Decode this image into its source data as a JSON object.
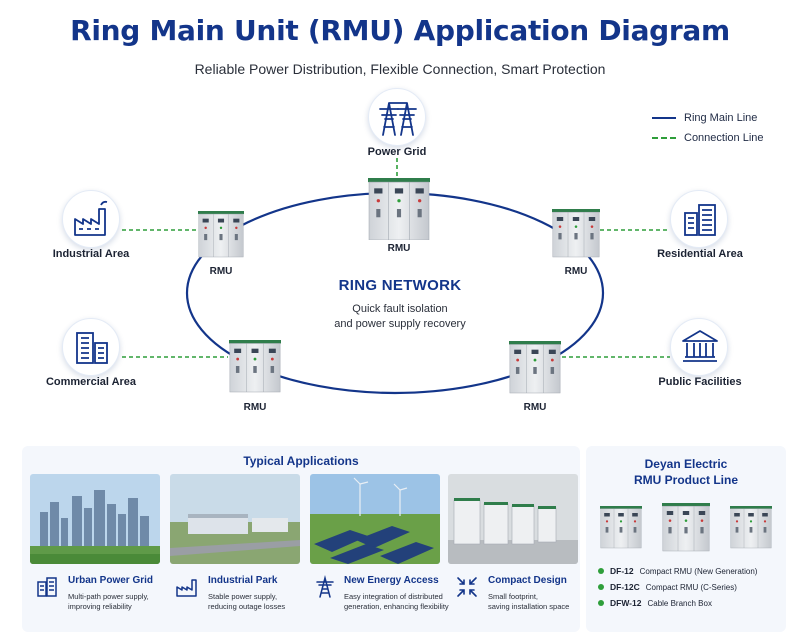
{
  "title": "Ring Main Unit (RMU) Application Diagram",
  "subtitle": "Reliable Power Distribution, Flexible Connection, Smart Protection",
  "legend": {
    "ring_line": "Ring Main Line",
    "connection_line": "Connection Line"
  },
  "colors": {
    "brand": "#13358a",
    "connection": "#2e9e3a"
  },
  "nodes": {
    "power_grid": "Power Grid",
    "industrial": "Industrial Area",
    "residential": "Residential Area",
    "commercial": "Commercial Area",
    "public": "Public Facilities"
  },
  "rmu_label": "RMU",
  "ring": {
    "title": "RING NETWORK",
    "desc_line1": "Quick fault isolation",
    "desc_line2": "and power supply recovery"
  },
  "applications": {
    "title": "Typical Applications",
    "items": [
      {
        "name": "Urban Power Grid",
        "desc1": "Multi-path power supply,",
        "desc2": "improving reliability"
      },
      {
        "name": "Industrial Park",
        "desc1": "Stable power supply,",
        "desc2": "reducing outage losses"
      },
      {
        "name": "New Energy Access",
        "desc1": "Easy integration of distributed",
        "desc2": "generation, enhancing flexibility"
      },
      {
        "name": "Compact Design",
        "desc1": "Small footprint,",
        "desc2": "saving installation space"
      }
    ]
  },
  "products": {
    "title_line1": "Deyan Electric",
    "title_line2": "RMU Product Line",
    "items": [
      {
        "code": "DF-12",
        "desc": "Compact RMU (New Generation)"
      },
      {
        "code": "DF-12C",
        "desc": "Compact RMU (C-Series)"
      },
      {
        "code": "DFW-12",
        "desc": "Cable Branch Box"
      }
    ]
  }
}
